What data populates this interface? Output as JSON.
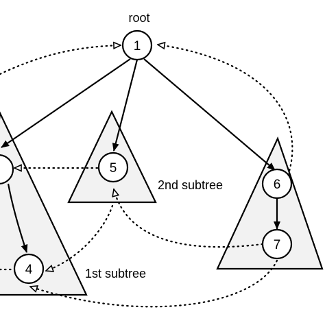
{
  "labels": {
    "root": "root",
    "subtree_1": "1st subtree",
    "subtree_2": "2nd subtree"
  },
  "nodes": [
    {
      "id": "1",
      "label": "1"
    },
    {
      "id": "2",
      "label": ""
    },
    {
      "id": "4",
      "label": "4"
    },
    {
      "id": "5",
      "label": "5"
    },
    {
      "id": "6",
      "label": "6"
    },
    {
      "id": "7",
      "label": "7"
    }
  ],
  "edges": [
    {
      "from": "1",
      "to": "2",
      "style": "solid"
    },
    {
      "from": "1",
      "to": "5",
      "style": "solid"
    },
    {
      "from": "1",
      "to": "6",
      "style": "solid"
    },
    {
      "from": "6",
      "to": "7",
      "style": "solid"
    },
    {
      "from": "2",
      "to": "4",
      "style": "solid"
    },
    {
      "from": "5",
      "to": "2",
      "style": "dotted"
    },
    {
      "from": "7",
      "to": "5",
      "style": "dotted"
    },
    {
      "from": "5",
      "to": "4",
      "style": "dotted"
    },
    {
      "from": "7",
      "to": "4",
      "style": "dotted"
    },
    {
      "from": "6",
      "to": "1",
      "style": "dotted"
    },
    {
      "from": "2",
      "to": "1",
      "style": "dotted"
    }
  ],
  "colors": {
    "subtree_fill": "#f2f2f2",
    "stroke": "#000000",
    "node_fill": "#ffffff"
  }
}
